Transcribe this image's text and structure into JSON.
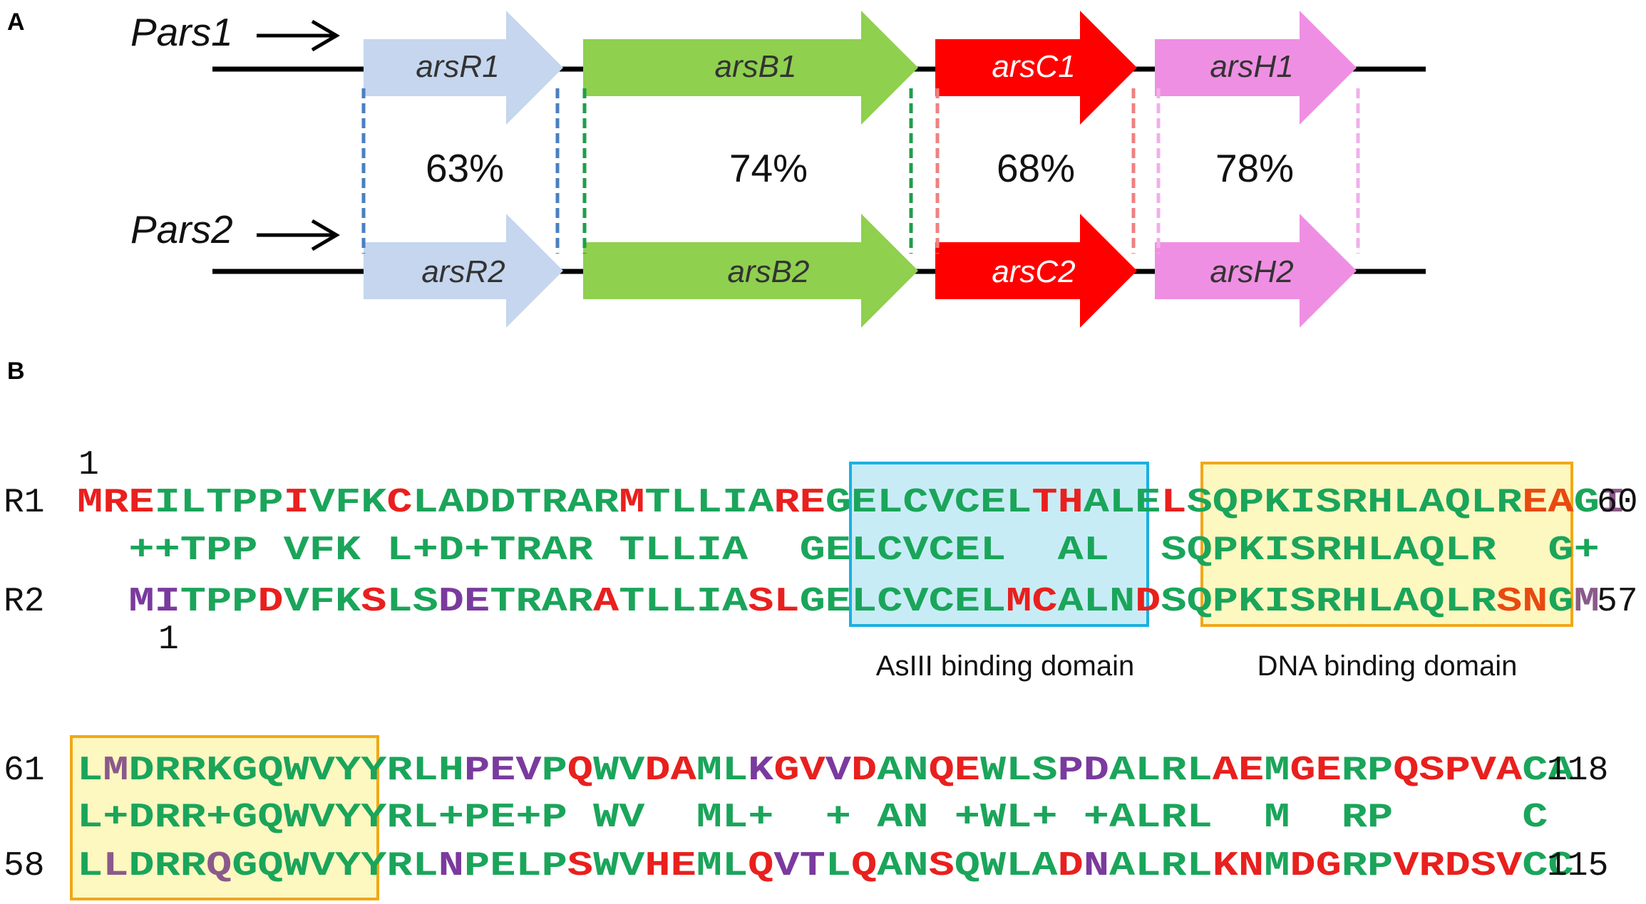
{
  "panel_a": {
    "label": "A",
    "promoters": [
      "Pars1",
      "Pars2"
    ],
    "genes_top": [
      "arsR1",
      "arsB1",
      "arsC1",
      "arsH1"
    ],
    "genes_bottom": [
      "arsR2",
      "arsB2",
      "arsC2",
      "arsH2"
    ],
    "identities": [
      "63%",
      "74%",
      "68%",
      "78%"
    ],
    "colors": {
      "arsR": "#c5d6ee",
      "arsB": "#8fd04f",
      "arsC": "#ff0000",
      "arsH": "#ef8fe3",
      "arsR_line": "#4a7fc1",
      "arsB_line": "#1e9e4a",
      "arsC_line": "#f08080",
      "arsH_line": "#f0b0ea",
      "gene_text_dark": "#333333",
      "gene_text_light": "#ffffff"
    }
  },
  "panel_b": {
    "label": "B",
    "colors": {
      "r": "#e8201e",
      "g": "#1aa55a",
      "p": "#7a3a9e",
      "m": "#8a5a8a",
      "o": "#e84a10",
      "asiii_box_fill": "#c8ecf6",
      "asiii_box_stroke": "#1ab0e0",
      "dna_box_fill": "#fdf7c0",
      "dna_box_stroke": "#f0a818"
    },
    "block1": {
      "start_label_r1": "1",
      "start_label_r2": "1",
      "row1": {
        "name": "R1",
        "end": "60",
        "segments": [
          {
            "t": "MRE",
            "c": "r"
          },
          {
            "t": "ILTPP",
            "c": "g"
          },
          {
            "t": "I",
            "c": "r"
          },
          {
            "t": "VFK",
            "c": "g"
          },
          {
            "t": "C",
            "c": "r"
          },
          {
            "t": "LADD",
            "c": "g"
          },
          {
            "t": "TRAR",
            "c": "g"
          },
          {
            "t": "M",
            "c": "r"
          },
          {
            "t": "TLLIA",
            "c": "g"
          },
          {
            "t": "RE",
            "c": "r"
          },
          {
            "t": "GELCVCEL",
            "c": "g"
          },
          {
            "t": "TH",
            "c": "r"
          },
          {
            "t": "ALE",
            "c": "g"
          },
          {
            "t": "L",
            "c": "r"
          },
          {
            "t": "SQPKISRHLAQLR",
            "c": "g"
          },
          {
            "t": "EA",
            "c": "o"
          },
          {
            "t": "G",
            "c": "g"
          },
          {
            "t": "I",
            "c": "m"
          }
        ]
      },
      "consensus": "  ++TPP VFK L+D+TRAR TLLIA  GELCVCEL  AL  SQPKISRHLAQLR  G+",
      "row2": {
        "name": "R2",
        "end": "57",
        "segments": [
          {
            "t": "  ",
            "c": "g"
          },
          {
            "t": "MI",
            "c": "p"
          },
          {
            "t": "TPP",
            "c": "g"
          },
          {
            "t": "D",
            "c": "r"
          },
          {
            "t": "VFK",
            "c": "g"
          },
          {
            "t": "S",
            "c": "r"
          },
          {
            "t": "LS",
            "c": "g"
          },
          {
            "t": "D",
            "c": "p"
          },
          {
            "t": "E",
            "c": "p"
          },
          {
            "t": "TRAR",
            "c": "g"
          },
          {
            "t": "A",
            "c": "r"
          },
          {
            "t": "TLLIA",
            "c": "g"
          },
          {
            "t": "SL",
            "c": "r"
          },
          {
            "t": "GELCVCEL",
            "c": "g"
          },
          {
            "t": "MC",
            "c": "r"
          },
          {
            "t": "ALN",
            "c": "g"
          },
          {
            "t": "D",
            "c": "r"
          },
          {
            "t": "SQPKISRHLAQLR",
            "c": "g"
          },
          {
            "t": "SN",
            "c": "o"
          },
          {
            "t": "G",
            "c": "g"
          },
          {
            "t": "M",
            "c": "m"
          }
        ]
      },
      "domain_labels": [
        "AsIII binding domain",
        "DNA binding domain"
      ]
    },
    "block2": {
      "row1": {
        "start": "61",
        "end": "118",
        "segments": [
          {
            "t": "L",
            "c": "g"
          },
          {
            "t": "M",
            "c": "m"
          },
          {
            "t": "DRRK",
            "c": "g"
          },
          {
            "t": "GQWVYY",
            "c": "g"
          },
          {
            "t": "RLH",
            "c": "g"
          },
          {
            "t": "PEV",
            "c": "p"
          },
          {
            "t": "P",
            "c": "g"
          },
          {
            "t": "Q",
            "c": "r"
          },
          {
            "t": "WV",
            "c": "g"
          },
          {
            "t": "DA",
            "c": "r"
          },
          {
            "t": "ML",
            "c": "g"
          },
          {
            "t": "K",
            "c": "p"
          },
          {
            "t": "GV",
            "c": "r"
          },
          {
            "t": "V",
            "c": "p"
          },
          {
            "t": "D",
            "c": "r"
          },
          {
            "t": "AN",
            "c": "g"
          },
          {
            "t": "QE",
            "c": "r"
          },
          {
            "t": "WLS",
            "c": "g"
          },
          {
            "t": "P",
            "c": "p"
          },
          {
            "t": "D",
            "c": "p"
          },
          {
            "t": "ALRL",
            "c": "g"
          },
          {
            "t": "AE",
            "c": "r"
          },
          {
            "t": "M",
            "c": "g"
          },
          {
            "t": "GE",
            "c": "r"
          },
          {
            "t": "RP",
            "c": "g"
          },
          {
            "t": "QSPVA",
            "c": "r"
          },
          {
            "t": "CA",
            "c": "g"
          }
        ]
      },
      "consensus": "L+DRR+GQWVYYRL+PE+P WV  ML+  + AN +WL+ +ALRL  M  RP     C",
      "row2": {
        "start": "58",
        "end": "115",
        "segments": [
          {
            "t": "L",
            "c": "g"
          },
          {
            "t": "L",
            "c": "m"
          },
          {
            "t": "DRR",
            "c": "g"
          },
          {
            "t": "Q",
            "c": "m"
          },
          {
            "t": "GQWVYY",
            "c": "g"
          },
          {
            "t": "RL",
            "c": "g"
          },
          {
            "t": "N",
            "c": "p"
          },
          {
            "t": "PEL",
            "c": "g"
          },
          {
            "t": "P",
            "c": "g"
          },
          {
            "t": "S",
            "c": "r"
          },
          {
            "t": "WV",
            "c": "g"
          },
          {
            "t": "HE",
            "c": "r"
          },
          {
            "t": "ML",
            "c": "g"
          },
          {
            "t": "Q",
            "c": "r"
          },
          {
            "t": "VT",
            "c": "p"
          },
          {
            "t": "L",
            "c": "g"
          },
          {
            "t": "Q",
            "c": "r"
          },
          {
            "t": "AN",
            "c": "g"
          },
          {
            "t": "S",
            "c": "r"
          },
          {
            "t": "Q",
            "c": "g"
          },
          {
            "t": "WLA",
            "c": "g"
          },
          {
            "t": "D",
            "c": "r"
          },
          {
            "t": "N",
            "c": "p"
          },
          {
            "t": "ALRL",
            "c": "g"
          },
          {
            "t": "KN",
            "c": "r"
          },
          {
            "t": "M",
            "c": "g"
          },
          {
            "t": "DG",
            "c": "r"
          },
          {
            "t": "RP",
            "c": "g"
          },
          {
            "t": "VRDSV",
            "c": "r"
          },
          {
            "t": "CC",
            "c": "g"
          }
        ]
      }
    }
  }
}
